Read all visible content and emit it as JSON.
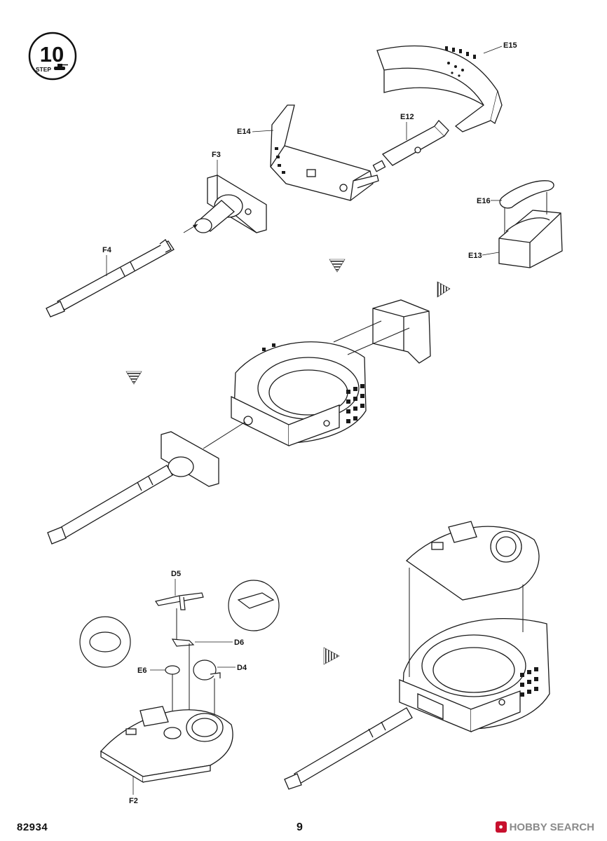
{
  "step": {
    "number": "10",
    "word": "STEP"
  },
  "parts": {
    "E15": "E15",
    "E14": "E14",
    "E12": "E12",
    "F3": "F3",
    "F4": "F4",
    "E16": "E16",
    "E13": "E13",
    "D5": "D5",
    "D6": "D6",
    "E6": "E6",
    "D4": "D4",
    "F2": "F2"
  },
  "footer": {
    "code": "82934",
    "page": "9",
    "watermark": "HOBBY SEARCH"
  },
  "colors": {
    "line": "#1a1a1a",
    "hatch": "#2b2b2b",
    "paper": "#ffffff",
    "watermark": "#c8102e"
  },
  "icons": [
    "step-badge-icon",
    "down-arrow-icon",
    "right-arrow-icon",
    "tank-silhouette-icon"
  ]
}
